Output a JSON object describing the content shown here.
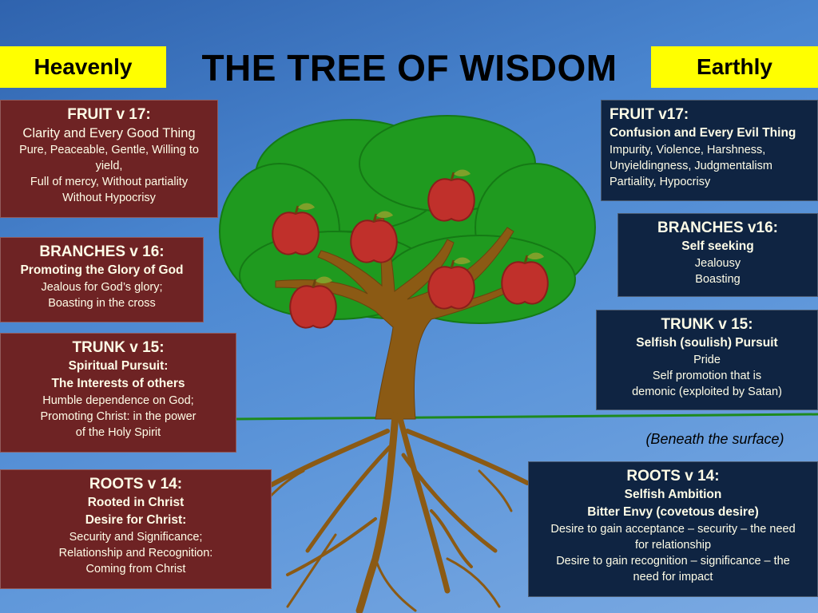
{
  "title": "THE TREE OF WISDOM",
  "labels": {
    "heavenly": "Heavenly",
    "earthly": "Earthly"
  },
  "surface_note": "(Beneath the surface)",
  "heavenly": {
    "fruit": {
      "heading": "FRUIT v 17:",
      "main": "Clarity and Every Good Thing",
      "lines": [
        "Pure, Peaceable, Gentle, Willing to",
        "yield,",
        "Full of mercy, Without partiality",
        "Without Hypocrisy"
      ]
    },
    "branches": {
      "heading": "BRANCHES v 16:",
      "bold": "Promoting the Glory of God",
      "lines": [
        "Jealous for God’s glory;",
        "Boasting in the cross"
      ]
    },
    "trunk": {
      "heading": "TRUNK v 15:",
      "bold": [
        "Spiritual Pursuit:",
        "The Interests of others"
      ],
      "lines": [
        "Humble dependence on God;",
        "Promoting Christ: in the power",
        "of the Holy Spirit"
      ]
    },
    "roots": {
      "heading": "ROOTS v 14:",
      "bold": [
        "Rooted in Christ",
        "Desire for Christ:"
      ],
      "lines": [
        "Security and Significance;",
        "Relationship and Recognition:",
        "Coming from Christ"
      ]
    }
  },
  "earthly": {
    "fruit": {
      "heading": "FRUIT v17:",
      "bold": "Confusion and Every Evil Thing",
      "lines": [
        "Impurity, Violence, Harshness,",
        "Unyieldingness, Judgmentalism",
        "Partiality, Hypocrisy"
      ]
    },
    "branches": {
      "heading": "BRANCHES v16:",
      "bold": "Self seeking",
      "lines": [
        "Jealousy",
        "Boasting"
      ]
    },
    "trunk": {
      "heading": "TRUNK v 15:",
      "bold": "Selfish (soulish) Pursuit",
      "lines": [
        "Pride",
        "Self promotion that is",
        "demonic (exploited by Satan)"
      ]
    },
    "roots": {
      "heading": "ROOTS v 14:",
      "bold": [
        "Selfish Ambition",
        "Bitter Envy (covetous desire)"
      ],
      "lines": [
        "Desire to gain acceptance – security – the need",
        "for relationship",
        "Desire to gain recognition – significance – the",
        "need for impact"
      ]
    }
  },
  "colors": {
    "label_bg": "#ffff00",
    "heavenly_box": "#6e2324",
    "earthly_box": "#0f2442",
    "foliage": "#1f9a1f",
    "trunk": "#8b5a14",
    "apple": "#c0302b",
    "ground_line": "#1e8a1e"
  },
  "icons": {
    "tree": "tree-illustration",
    "apple": "apple-icon"
  }
}
